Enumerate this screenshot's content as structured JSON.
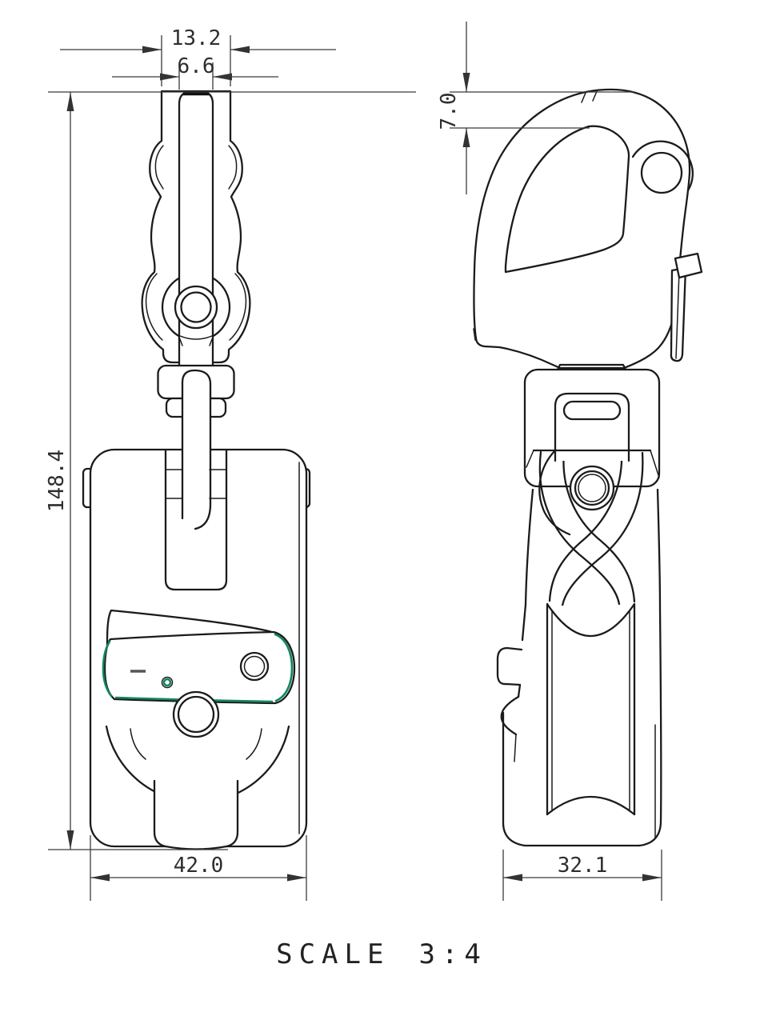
{
  "drawing": {
    "scale": {
      "label": "SCALE",
      "value": "3:4"
    },
    "dimensions": {
      "top_width": "13.2",
      "tongue_width": "6.6",
      "overall_height": "148.4",
      "hook_offset": "7.0",
      "front_width": "42.0",
      "side_width": "32.1"
    },
    "colors": {
      "line": "#1b1b1b",
      "dimension_line": "#3a3a3a",
      "text": "#2e2e2e",
      "accent_green": "#12875c",
      "background": "#ffffff"
    }
  }
}
